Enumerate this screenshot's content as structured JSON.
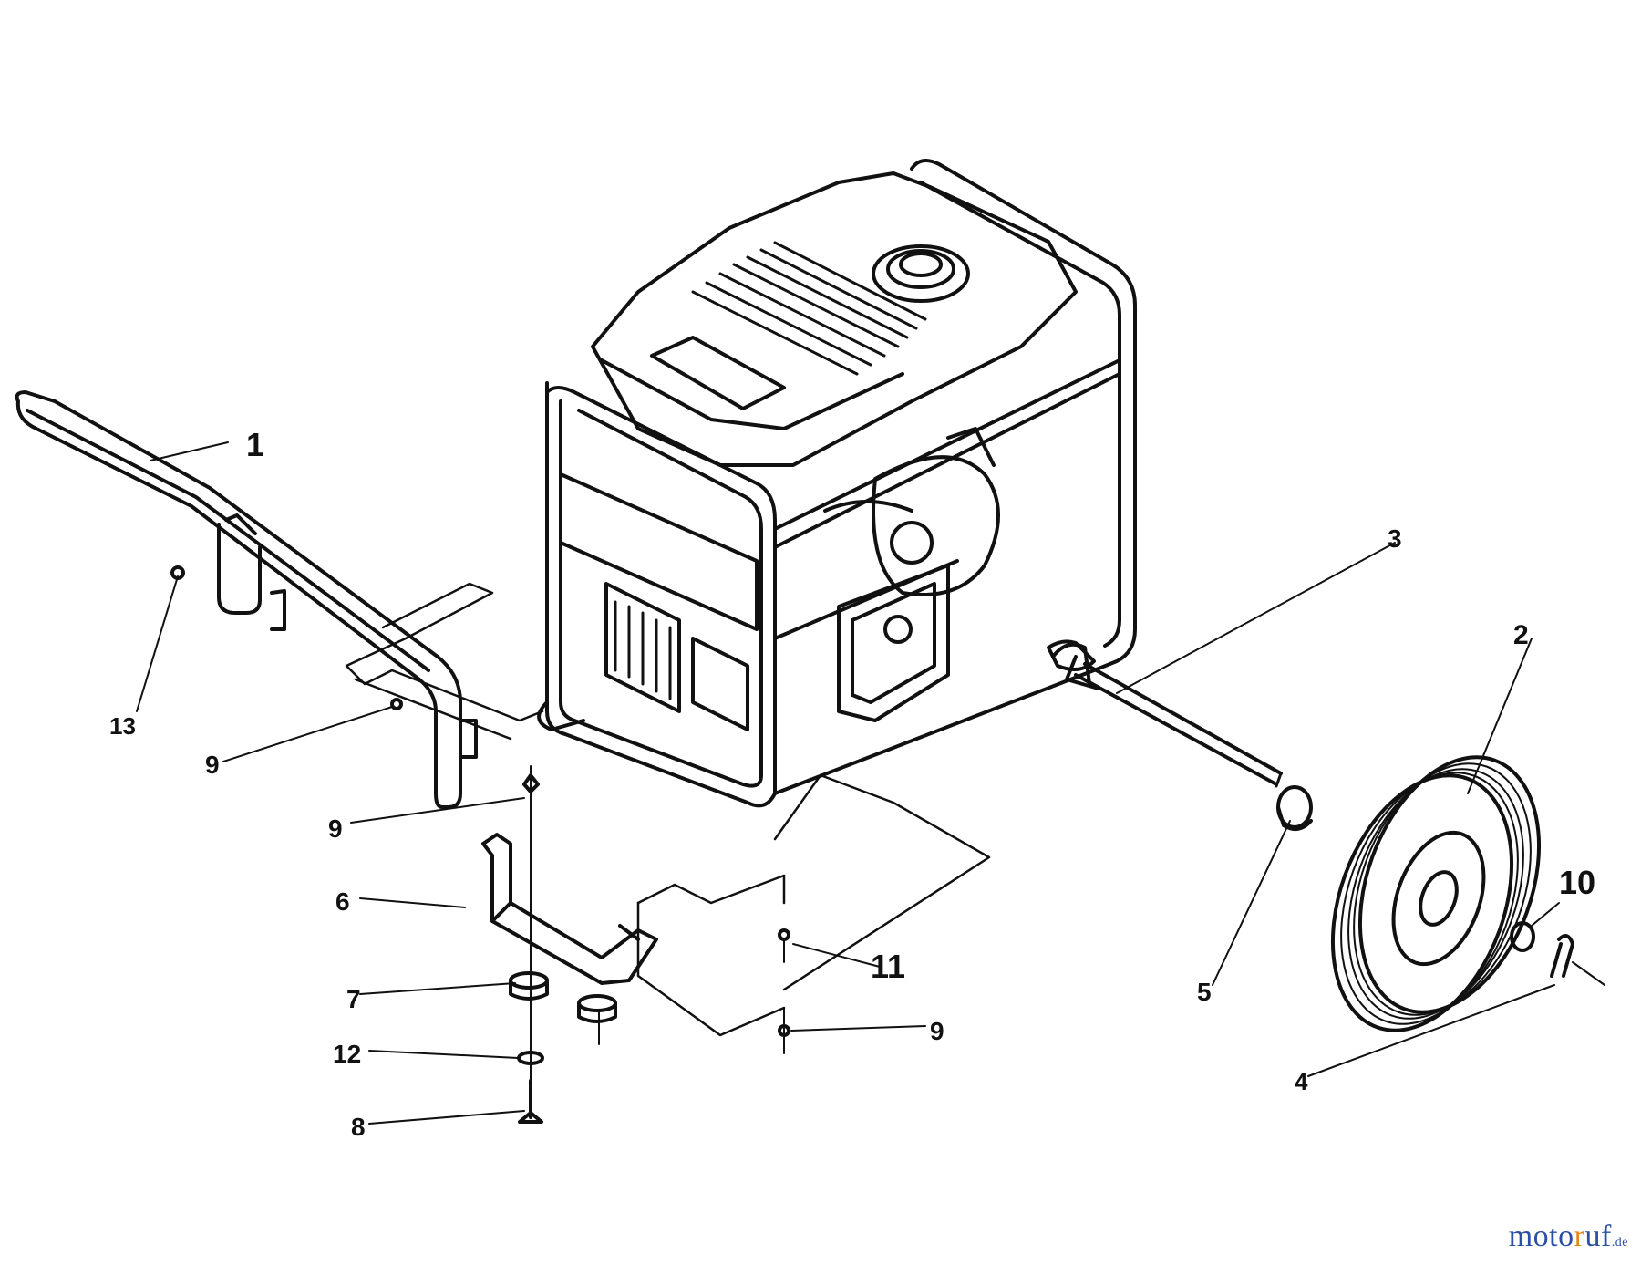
{
  "callouts": [
    "1",
    "2",
    "3",
    "4",
    "5",
    "6",
    "7",
    "8",
    "9",
    "9",
    "9",
    "9",
    "10",
    "11",
    "12",
    "13"
  ],
  "watermark": {
    "part1": "moto",
    "part2": "r",
    "part3": "uf",
    "part4": ".de",
    "colors": {
      "blue": "#2b4fa3",
      "orange": "#e08a1e"
    }
  },
  "icons": [
    "generator-drawing",
    "handle-drawing",
    "wheel-drawing",
    "axle-drawing",
    "bracket-drawing"
  ]
}
